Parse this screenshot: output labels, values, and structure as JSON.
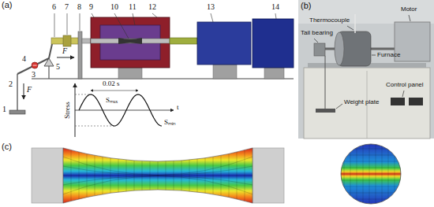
{
  "diagram": {
    "labels": [
      "(a)",
      "1",
      "2",
      "3",
      "4",
      "5",
      "6",
      "7",
      "8",
      "9",
      "10",
      "11",
      "12",
      "13",
      "14",
      "F",
      "F",
      "0.02 s",
      "Stress",
      "t",
      "Sₘₐₓ",
      "Sₘᵢₙ",
      "(b)",
      "Thermocouple",
      "Motor",
      "Tail bearing",
      "Furnace",
      "Weight plate",
      "Control panel",
      "(c)"
    ]
  }
}
